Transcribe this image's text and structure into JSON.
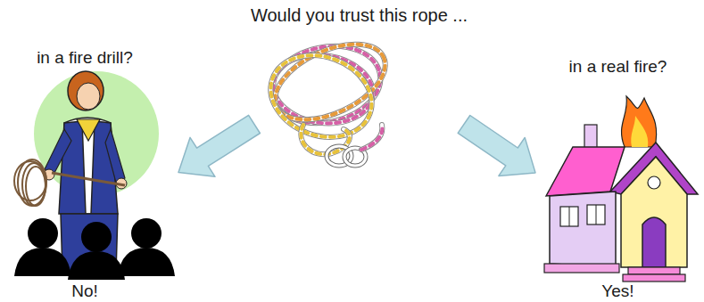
{
  "diagram": {
    "nodes": [
      {
        "text": [
          "Would you trust this rope ..."
        ]
      },
      {
        "text": [
          "in a fire drill?",
          "No!"
        ]
      },
      {
        "text": [
          "in a real fire?",
          "Yes!"
        ]
      }
    ],
    "edges": [
      {
        "from": 0,
        "to": 1,
        "arrow": "to"
      },
      {
        "from": 0,
        "to": 2,
        "arrow": "to"
      }
    ]
  }
}
